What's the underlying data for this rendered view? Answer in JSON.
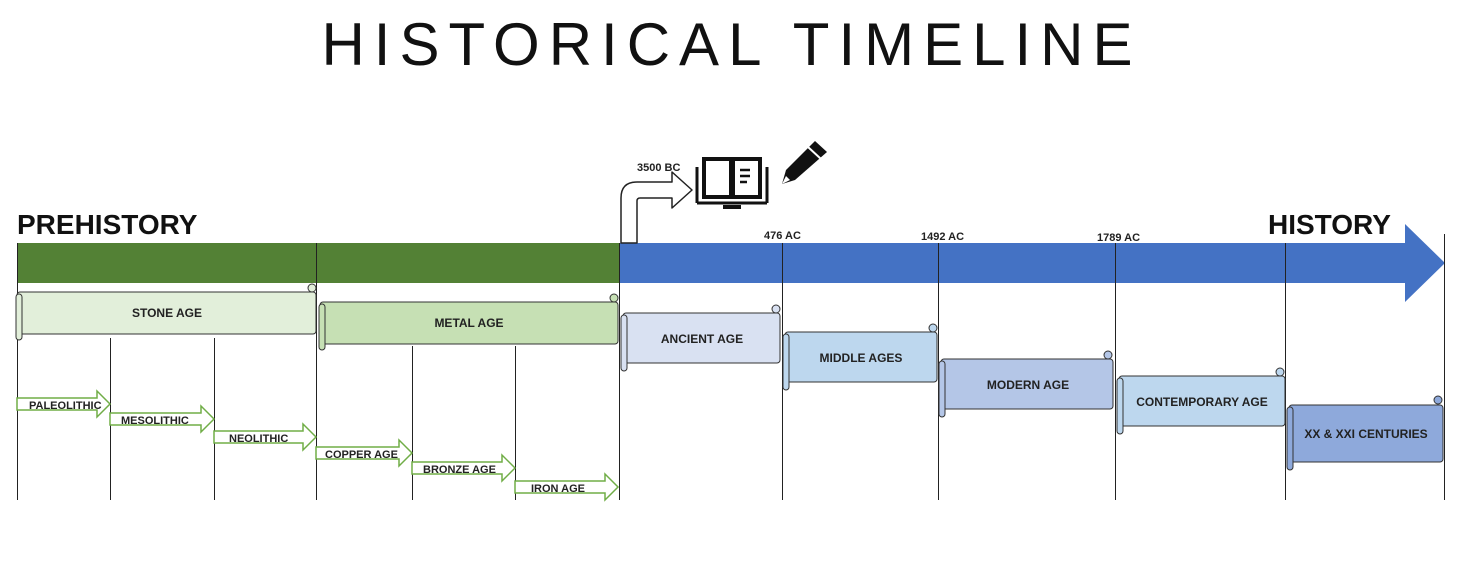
{
  "title": "HISTORICAL TIMELINE",
  "eras": {
    "prehistory": "PREHISTORY",
    "history": "HISTORY"
  },
  "writing_marker": {
    "date": "3500 BC",
    "icons": [
      "book-icon",
      "pencil-icon"
    ]
  },
  "dates": [
    "476 AC",
    "1492 AC",
    "1789 AC"
  ],
  "colors": {
    "prehistory_bar": "#538135",
    "history_bar": "#4472C4",
    "stone_age": "#E2EFDA",
    "metal_age": "#C6E0B4",
    "ancient_age": "#D9E1F2",
    "middle_ages": "#BDD7EE",
    "modern_age": "#B4C6E7",
    "contemporary_age": "#BDD7EE",
    "xx_xxi": "#8EA9DB",
    "sub_arrow_outline": "#70AD47"
  },
  "prehistory_periods": [
    {
      "label": "STONE AGE",
      "subperiods": [
        "PALEOLITHIC",
        "MESOLITHIC",
        "NEOLITHIC"
      ]
    },
    {
      "label": "METAL AGE",
      "subperiods": [
        "COPPER AGE",
        "BRONZE AGE",
        "IRON AGE"
      ]
    }
  ],
  "history_periods": [
    "ANCIENT AGE",
    "MIDDLE AGES",
    "MODERN AGE",
    "CONTEMPORARY AGE",
    "XX & XXI CENTURIES"
  ]
}
